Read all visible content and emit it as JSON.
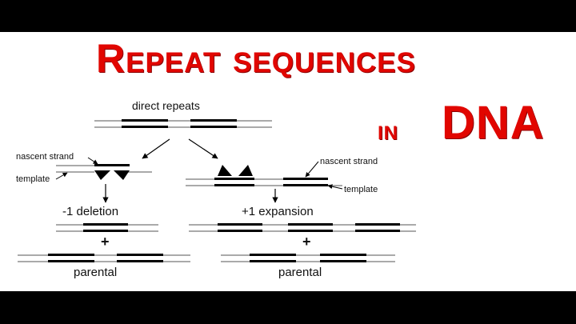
{
  "title": {
    "line1": "Repeat sequences",
    "line2_prefix": "in",
    "line2_main": "DNA"
  },
  "diagram": {
    "top_label": "direct repeats",
    "left_nascent": "nascent strand",
    "left_template": "template",
    "right_nascent": "nascent strand",
    "right_template": "template",
    "left_result": "-1 deletion",
    "right_result": "+1 expansion",
    "plus": "+",
    "left_parental": "parental",
    "right_parental": "parental"
  },
  "colors": {
    "title_red": "#e10600",
    "strand_gray": "#aaaaaa",
    "repeat_black": "#000000",
    "letterbox": "#000000"
  }
}
